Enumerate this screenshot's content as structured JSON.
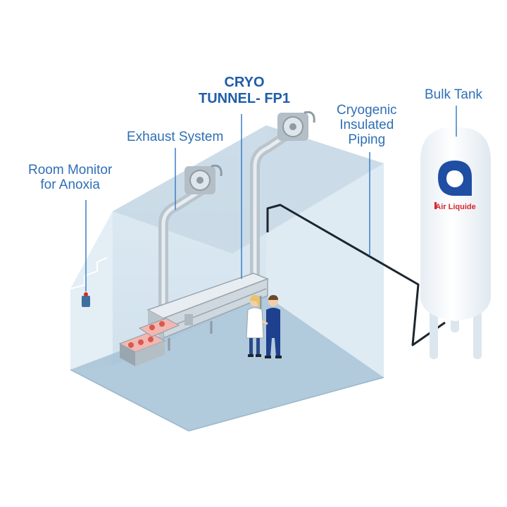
{
  "labels": {
    "room_monitor": [
      "Room Monitor",
      "for Anoxia"
    ],
    "exhaust_system": "Exhaust System",
    "cryo_tunnel": [
      "CRYO",
      "TUNNEL- FP1"
    ],
    "cryogenic_piping": [
      "Cryogenic",
      "Insulated",
      "Piping"
    ],
    "bulk_tank": "Bulk Tank"
  },
  "tank_brand": "Air Liquide",
  "colors": {
    "label_text": "#2f6fb5",
    "leader_line": "#3b7fc4",
    "room_wall": "#cfe2ef",
    "room_floor": "#a9c4d8",
    "piping": "#1c2630",
    "brand_blue": "#1f4ea3",
    "brand_red": "#d9262b"
  }
}
